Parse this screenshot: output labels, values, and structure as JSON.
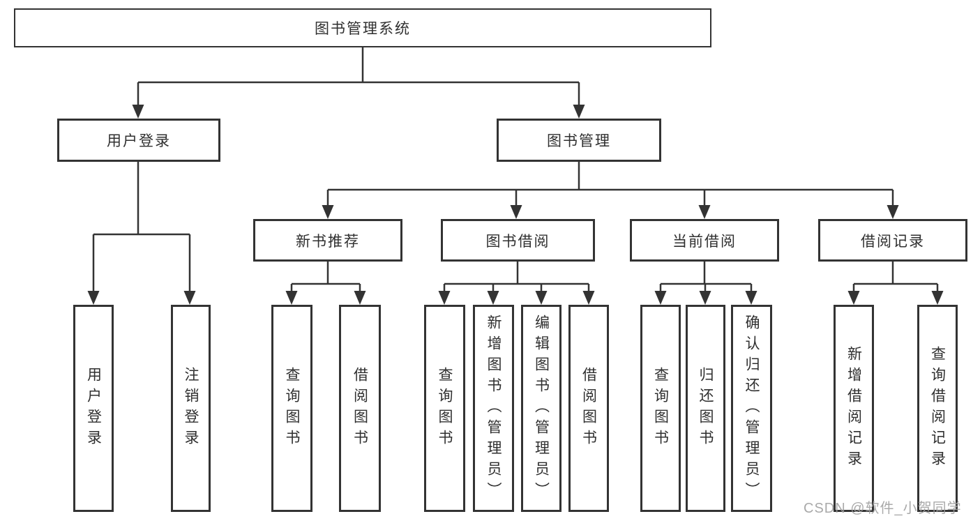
{
  "nodes": {
    "root": {
      "label": "图书管理系统"
    },
    "branches": [
      {
        "label": "用户登录"
      },
      {
        "label": "图书管理"
      }
    ],
    "modules": [
      {
        "label": "新书推荐"
      },
      {
        "label": "图书借阅"
      },
      {
        "label": "当前借阅"
      },
      {
        "label": "借阅记录"
      }
    ],
    "leaves": {
      "user_login": [
        "用户登录",
        "注销登录"
      ],
      "new_book_recommend": [
        "查询图书",
        "借阅图书"
      ],
      "book_borrow": [
        "查询图书",
        "新增图书（管理员）",
        "编辑图书（管理员）",
        "借阅图书"
      ],
      "current_borrow": [
        "查询图书",
        "归还图书",
        "确认归还（管理员）"
      ],
      "borrow_record": [
        "新增借阅记录",
        "查询借阅记录"
      ]
    }
  },
  "colors": {
    "line": "#333333",
    "text": "#2f2f2f",
    "watermark": "#9e9e9e",
    "background": "#ffffff"
  },
  "watermark": "CSDN @软件_小贺同学"
}
